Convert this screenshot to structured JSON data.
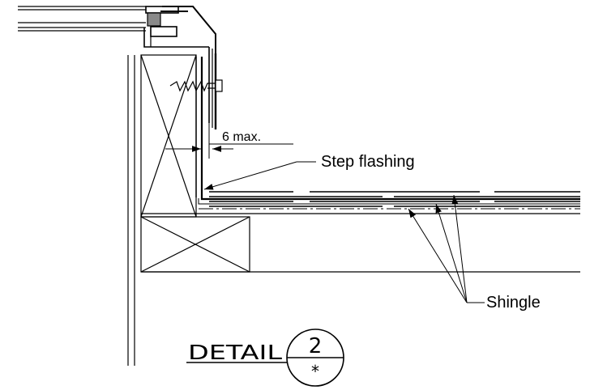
{
  "labels": {
    "dimension": "6 max.",
    "step_flashing": "Step flashing",
    "shingle": "Shingle"
  },
  "detail": {
    "word": "DETAIL",
    "number": "2",
    "sheet": "*"
  }
}
